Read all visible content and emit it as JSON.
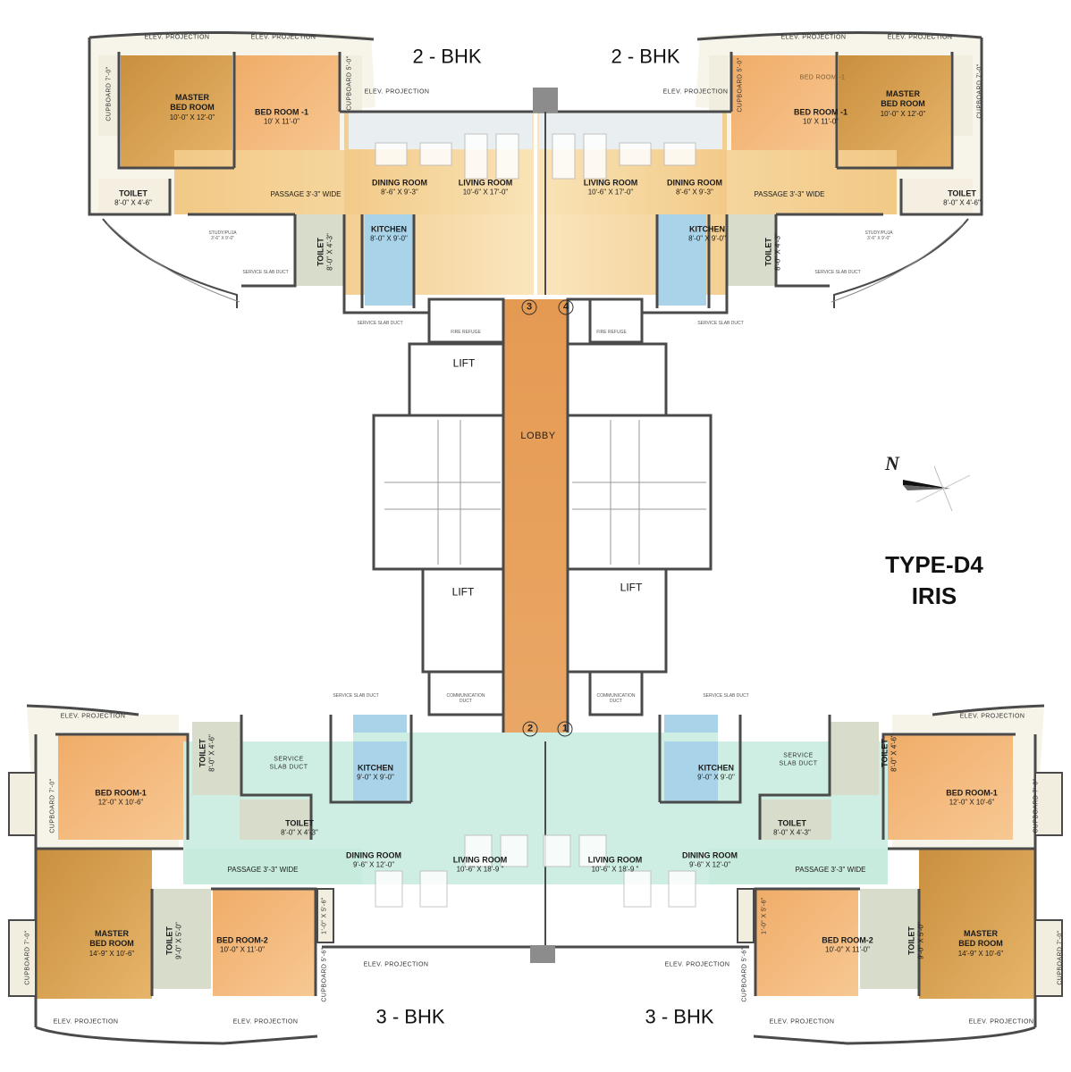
{
  "plan": {
    "type_label": "TYPE-D4",
    "name_label": "IRIS",
    "north": "N",
    "colors": {
      "bedroom": "#e8a35a",
      "master": "#d39c4c",
      "living_top": "#f7d79a",
      "living_bottom": "#cfeee3",
      "kitchen": "#a9d3e8",
      "toilet": "#d7dccb",
      "lobby": "#e29a58",
      "wall": "#4a4a4a"
    }
  },
  "labels": {
    "bhk2_left": "2 - BHK",
    "bhk2_right": "2 - BHK",
    "bhk3_left": "3 - BHK",
    "bhk3_right": "3 - BHK",
    "lobby": "LOBBY",
    "lift": "LIFT",
    "elev_projection": "ELEV. PROJECTION",
    "service_slab_duct": "SERVICE SLAB DUCT",
    "service": "SERVICE",
    "slab_duct": "SLAB DUCT",
    "study_puja": "STUDY/PUJA",
    "study_dim": "3'-6\" X 9'-0\"",
    "bed_room_1_ghost": "BED ROOM -1",
    "fire_refuge": "FIRE REFUGE",
    "communication": "COMMUNICATION",
    "duct": "DUCT"
  },
  "rooms": {
    "master_bed_room": "MASTER",
    "master_bed_room2": "BED ROOM",
    "master_2bhk_dim": "10'-0\" X 12'-0\"",
    "master_3bhk_dim": "14'-9\" X 10'-6\"",
    "bed_room_1": "BED ROOM -1",
    "bed_room_1_2bhk_dim": "10' X 11'-0\"",
    "bed_room_1_3bhk": "BED ROOM-1",
    "bed_room_1_3bhk_dim": "12'-0\" X 10'-6\"",
    "bed_room_2": "BED ROOM-2",
    "bed_room_2_dim": "10'-0\" X 11'-0\"",
    "dining": "DINING ROOM",
    "dining_2bhk_dim": "8'-6\" X 9'-3\"",
    "dining_3bhk_dim": "9'-6\" X 12'-0\"",
    "living": "LIVING ROOM",
    "living_2bhk_dim": "10'-6\" X 17'-0\"",
    "living_3bhk_dim": "10'-6\" X 18'-9 \"",
    "passage": "PASSAGE 3'-3\" WIDE",
    "toilet": "TOILET",
    "toilet_8x46": "8'-0\" X 4'-6\"",
    "toilet_8x43": "8'-0\" X 4'-3\"",
    "toilet_9x5": "9'-0\" X 5'-0\"",
    "kitchen": "KITCHEN",
    "kitchen_2bhk_dim": "8'-0\" X 9'-0\"",
    "kitchen_3bhk_dim": "9'-0\" X 9'-0\"",
    "cupboard_7": "CUPBOARD 7'-0\"",
    "cupboard_5": "CUPBOARD 5'-0\"",
    "cupboard_54": "CUPBOARD 5'-6\"",
    "ledge_dim": "1'-0\" X 5'-6\""
  },
  "markers": [
    "3",
    "4",
    "2",
    "1"
  ]
}
